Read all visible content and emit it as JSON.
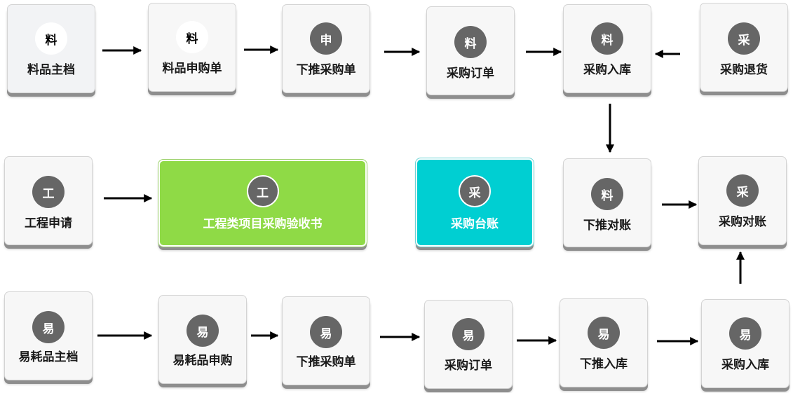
{
  "row1": [
    {
      "badge": "料",
      "label": "料品主档"
    },
    {
      "badge": "料",
      "label": "料品申购单"
    },
    {
      "badge": "申",
      "label": "下推采购单"
    },
    {
      "badge": "料",
      "label": "采购订单"
    },
    {
      "badge": "料",
      "label": "采购入库"
    },
    {
      "badge": "采",
      "label": "采购退货"
    }
  ],
  "row2": [
    {
      "badge": "工",
      "label": "工程申请"
    },
    {
      "badge": "工",
      "label": "工程类项目采购验收书"
    },
    {
      "badge": "采",
      "label": "采购台账"
    },
    {
      "badge": "料",
      "label": "下推对账"
    },
    {
      "badge": "采",
      "label": "采购对账"
    }
  ],
  "row3": [
    {
      "badge": "易",
      "label": "易耗品主档"
    },
    {
      "badge": "易",
      "label": "易耗品申购"
    },
    {
      "badge": "易",
      "label": "下推采购单"
    },
    {
      "badge": "易",
      "label": "采购订单"
    },
    {
      "badge": "易",
      "label": "下推入库"
    },
    {
      "badge": "易",
      "label": "采购入库"
    }
  ],
  "colors": {
    "node": "#f7f7f7",
    "badge_dark": "#666666",
    "highlight_green": "#8fda46",
    "highlight_cyan": "#00cfd2",
    "arrow": "#000000"
  }
}
